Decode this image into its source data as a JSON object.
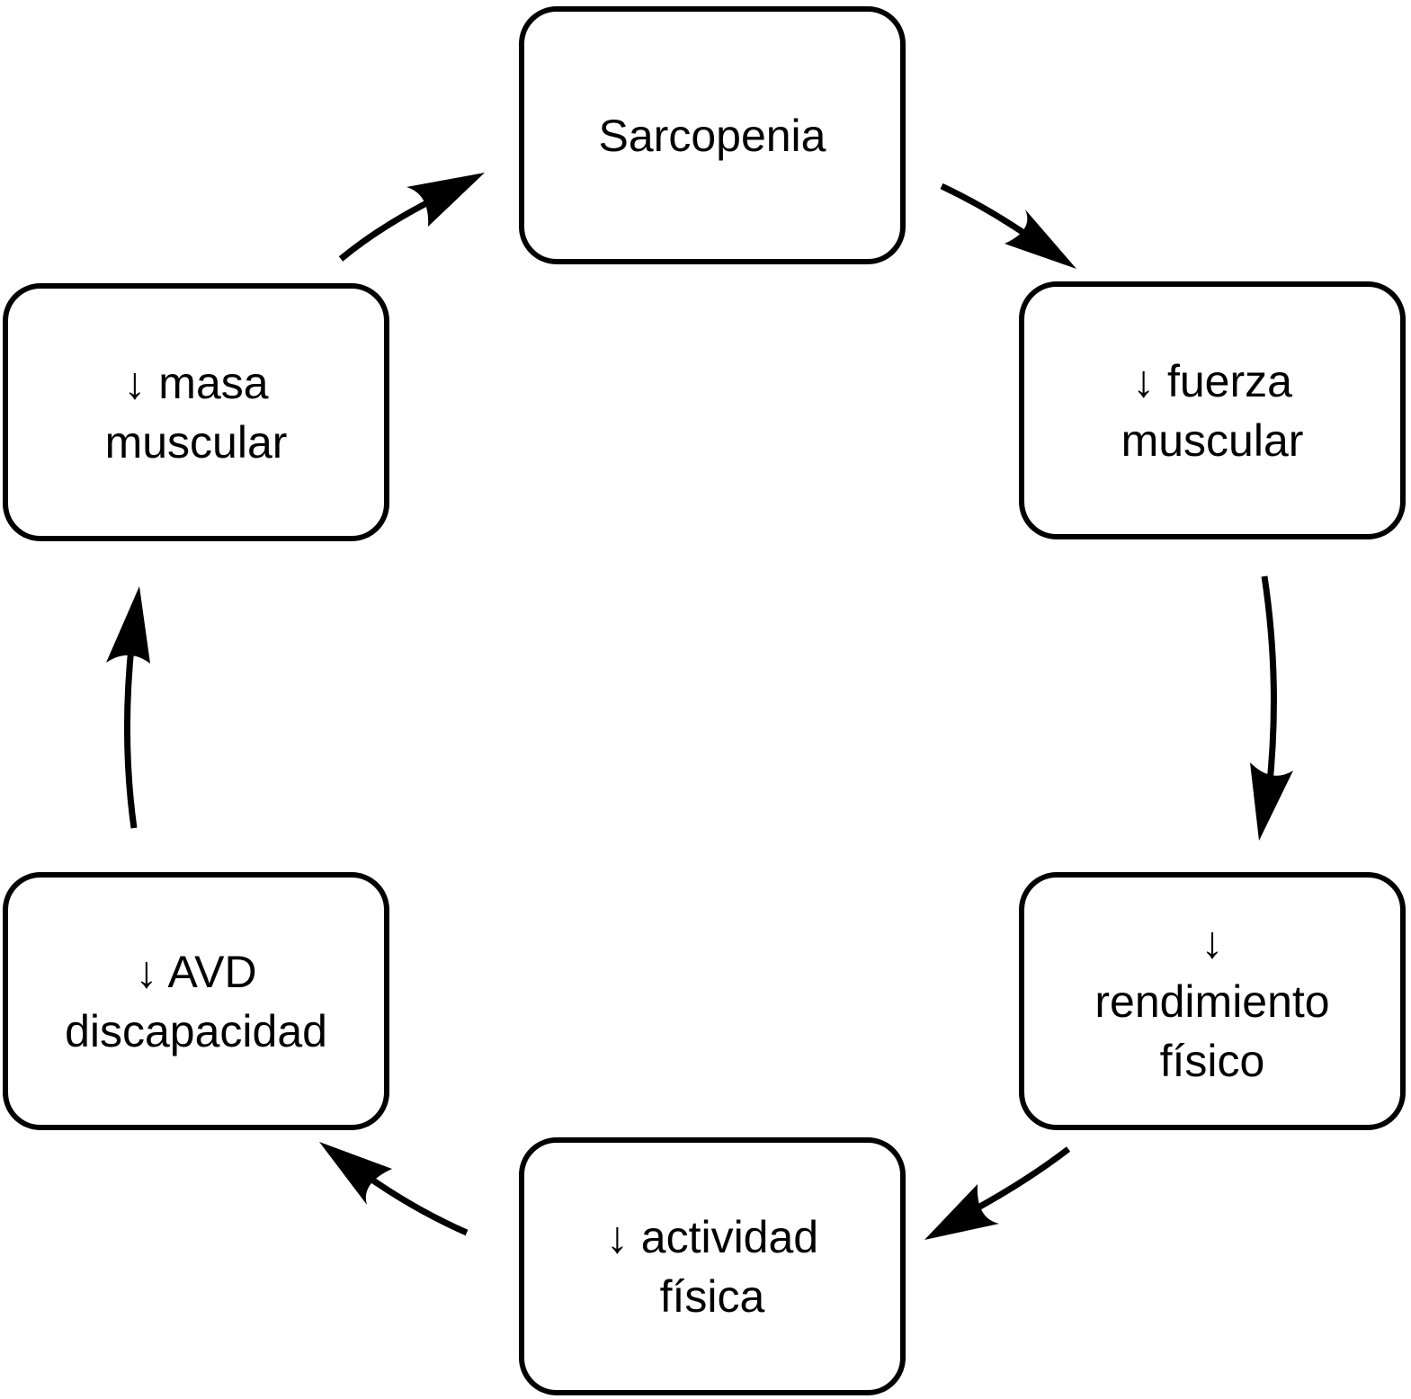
{
  "diagram": {
    "nodes": [
      {
        "id": "sarcopenia",
        "label": "Sarcopenia"
      },
      {
        "id": "fuerza",
        "label": "↓ fuerza\nmuscular"
      },
      {
        "id": "rendimiento",
        "label": "↓\nrendimiento\nfísico"
      },
      {
        "id": "actividad",
        "label": "↓ actividad\nfísica"
      },
      {
        "id": "avd",
        "label": "↓ AVD\ndiscapacidad"
      },
      {
        "id": "masa",
        "label": "↓ masa\nmuscular"
      }
    ],
    "edges": [
      {
        "from": "sarcopenia",
        "to": "fuerza"
      },
      {
        "from": "fuerza",
        "to": "rendimiento"
      },
      {
        "from": "rendimiento",
        "to": "actividad"
      },
      {
        "from": "actividad",
        "to": "avd"
      },
      {
        "from": "avd",
        "to": "masa"
      },
      {
        "from": "masa",
        "to": "sarcopenia"
      }
    ],
    "colors": {
      "stroke": "#000000",
      "background": "#ffffff"
    }
  }
}
